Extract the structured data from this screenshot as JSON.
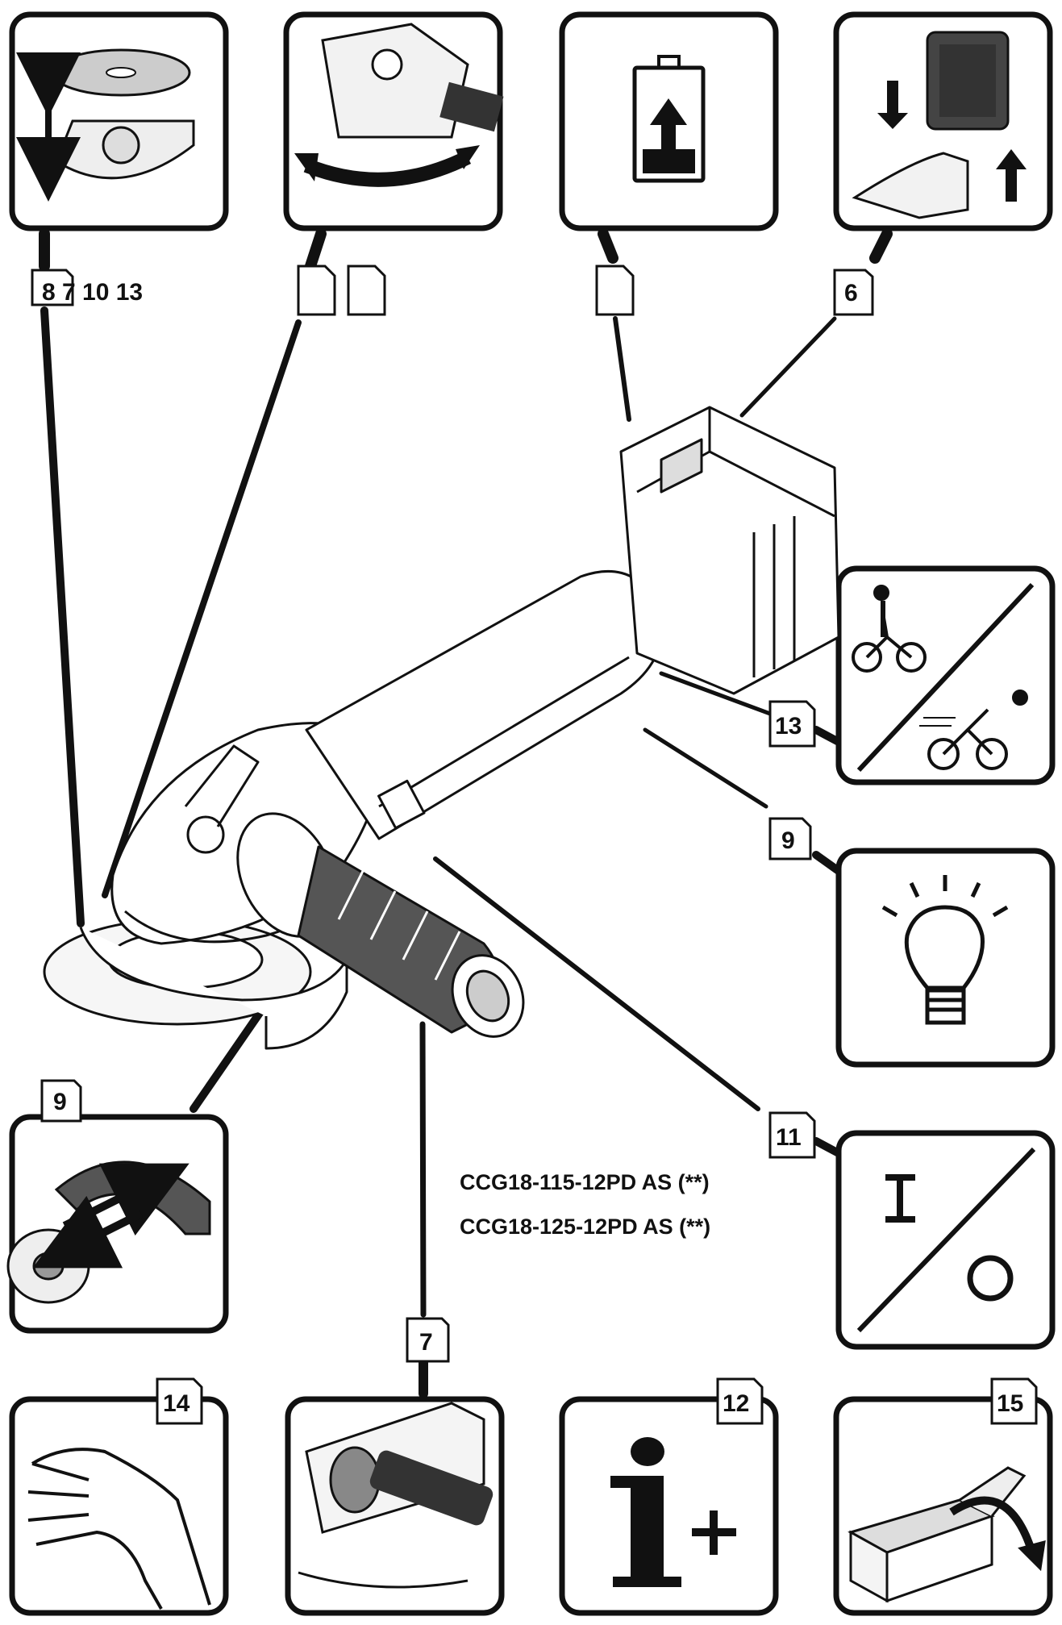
{
  "refs": {
    "top_left": "8 7 10 13",
    "top_right": "6",
    "right_upper": "13",
    "right_middle": "9",
    "right_lower": "11",
    "left_middle": "9",
    "bottom_center_left": "7",
    "bottom_left": "14",
    "bottom_center_right": "12",
    "bottom_right": "15"
  },
  "models": [
    "CCG18-115-12PD AS (**)",
    "CCG18-125-12PD AS (**)"
  ],
  "icons": {
    "panel_1": "disc-mounting-icon",
    "panel_2": "guard-rotation-icon",
    "panel_3": "battery-charge-icon",
    "panel_4": "battery-insert-icon",
    "panel_5": "speed-setting-icon",
    "panel_6": "lamp-icon",
    "panel_7": "on-off-switch-icon",
    "panel_8": "guard-adjust-icon",
    "panel_9": "hand-icon",
    "panel_10": "handle-mount-icon",
    "panel_11": "info-plus-icon",
    "panel_12": "packaging-icon"
  }
}
